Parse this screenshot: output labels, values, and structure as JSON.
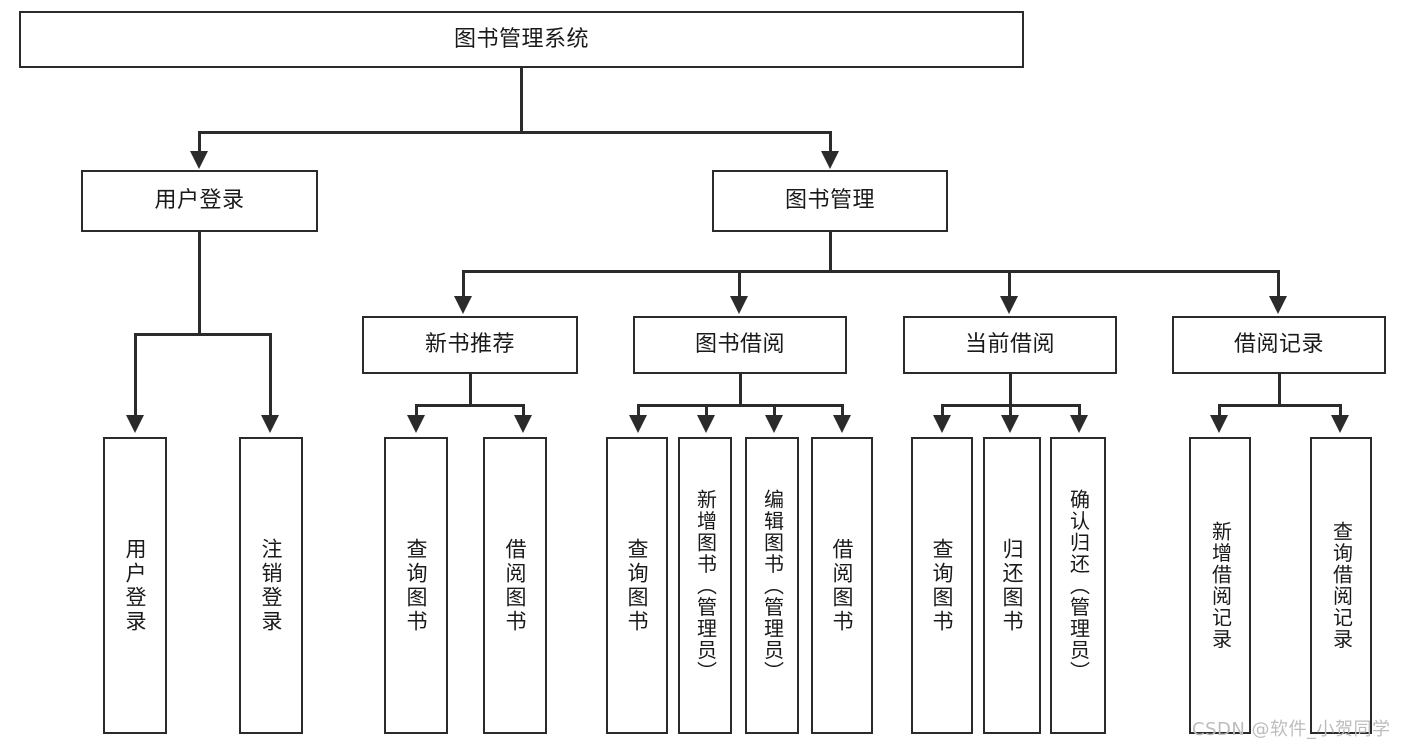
{
  "diagram": {
    "title": "图书管理系统",
    "root": {
      "label": "图书管理系统"
    },
    "level2": [
      {
        "label": "用户登录"
      },
      {
        "label": "图书管理"
      }
    ],
    "level3": [
      {
        "label": "新书推荐"
      },
      {
        "label": "图书借阅"
      },
      {
        "label": "当前借阅"
      },
      {
        "label": "借阅记录"
      }
    ],
    "leaves": {
      "user_login": [
        {
          "label": "用户登录"
        },
        {
          "label": "注销登录"
        }
      ],
      "new_book_recommend": [
        {
          "label": "查询图书"
        },
        {
          "label": "借阅图书"
        }
      ],
      "book_borrow": [
        {
          "label": "查询图书"
        },
        {
          "label": "新增图书（管理员）"
        },
        {
          "label": "编辑图书（管理员）"
        },
        {
          "label": "借阅图书"
        }
      ],
      "current_borrow": [
        {
          "label": "查询图书"
        },
        {
          "label": "归还图书"
        },
        {
          "label": "确认归还（管理员）"
        }
      ],
      "borrow_record": [
        {
          "label": "新增借阅记录"
        },
        {
          "label": "查询借阅记录"
        }
      ]
    }
  },
  "watermark": {
    "text": "CSDN @软件_小贺同学"
  },
  "colors": {
    "stroke": "#2b2b2b",
    "fill": "#ffffff",
    "text": "#1a1a1a",
    "watermark": "#bdbdbd"
  }
}
